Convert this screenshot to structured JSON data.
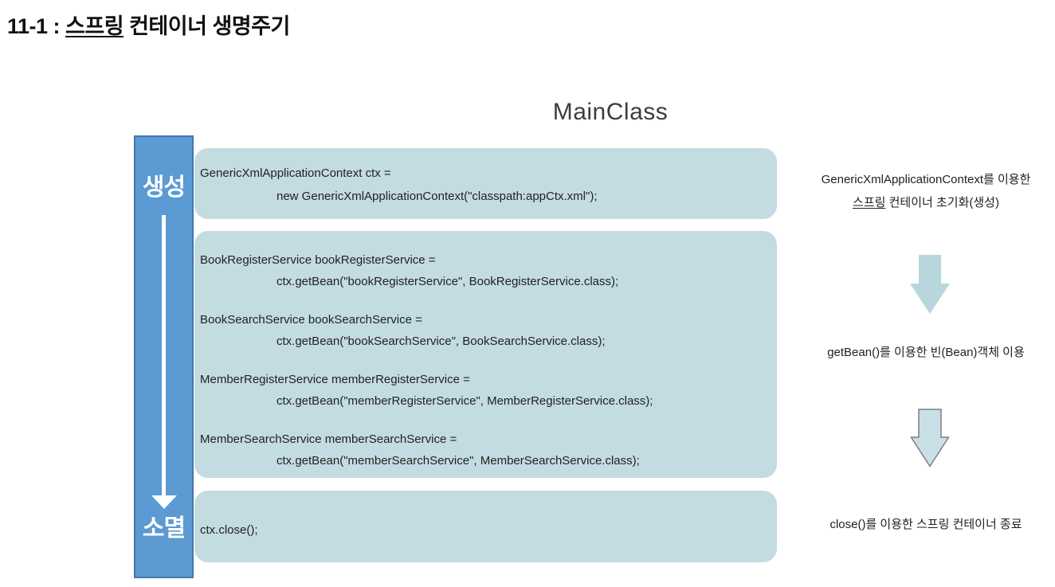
{
  "colors": {
    "bar_fill": "#5b9ad2",
    "bar_border": "#4377ab",
    "box_fill": "#c3dce2",
    "arrow_fill": "#b7d7dd",
    "arrow2_fill": "#c9e0e6",
    "arrow2_border": "#7f7f7f",
    "text": "#2b2b2b"
  },
  "title": {
    "prefix": "11-1 : ",
    "underlined": "스프링",
    "suffix": " 컨테이너 생명주기"
  },
  "diagram": {
    "heading": "MainClass",
    "bar": {
      "top_label": "생성",
      "bottom_label": "소멸"
    },
    "box_create": {
      "line1": "GenericXmlApplicationContext ctx =",
      "line2": "new GenericXmlApplicationContext(\"classpath:appCtx.xml\");"
    },
    "box_use": {
      "lines": [
        "BookRegisterService bookRegisterService =",
        "ctx.getBean(\"bookRegisterService\", BookRegisterService.class);",
        "BookSearchService bookSearchService =",
        "ctx.getBean(\"bookSearchService\", BookSearchService.class);",
        "MemberRegisterService memberRegisterService =",
        "ctx.getBean(\"memberRegisterService\", MemberRegisterService.class);",
        "MemberSearchService memberSearchService =",
        "ctx.getBean(\"memberSearchService\", MemberSearchService.class);"
      ]
    },
    "box_destroy": {
      "line1": "ctx.close();"
    },
    "annotations": {
      "step1_line1": "GenericXmlApplicationContext를 이용한",
      "step1_line2_underlined": "스프링",
      "step1_line2_rest": " 컨테이너 초기화(생성)",
      "step2": "getBean()를 이용한 빈(Bean)객체 이용",
      "step3": "close()를 이용한 스프링 컨테이너 종료"
    }
  }
}
